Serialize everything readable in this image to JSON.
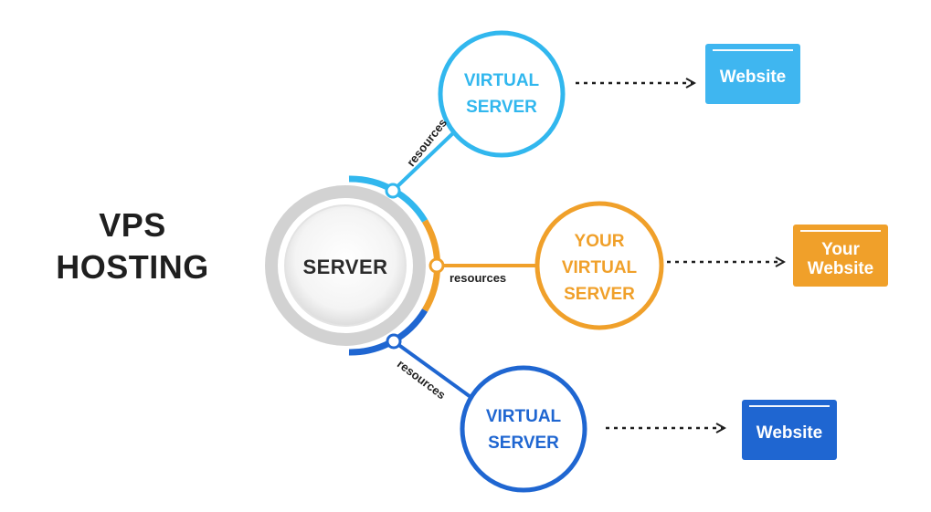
{
  "title": {
    "line1": "VPS",
    "line2": "HOSTING"
  },
  "server": {
    "label": "SERVER"
  },
  "branches": [
    {
      "id": "top",
      "connector_label": "resources",
      "vs_line1": "VIRTUAL",
      "vs_line2": "SERVER",
      "vs_line3": "",
      "website": "Website",
      "website_line2": "",
      "color": "#31b7ee"
    },
    {
      "id": "middle",
      "connector_label": "resources",
      "vs_line1": "YOUR",
      "vs_line2": "VIRTUAL",
      "vs_line3": "SERVER",
      "website": "Your",
      "website_line2": "Website",
      "color": "#f0a02a"
    },
    {
      "id": "bottom",
      "connector_label": "resources",
      "vs_line1": "VIRTUAL",
      "vs_line2": "SERVER",
      "vs_line3": "",
      "website": "Website",
      "website_line2": "",
      "color": "#1f66d1"
    }
  ],
  "colors": {
    "top": "#31b7ee",
    "middle": "#f0a02a",
    "bottom": "#1f66d1",
    "server_ring": "#c9c9c9",
    "text": "#1f1f1f"
  }
}
